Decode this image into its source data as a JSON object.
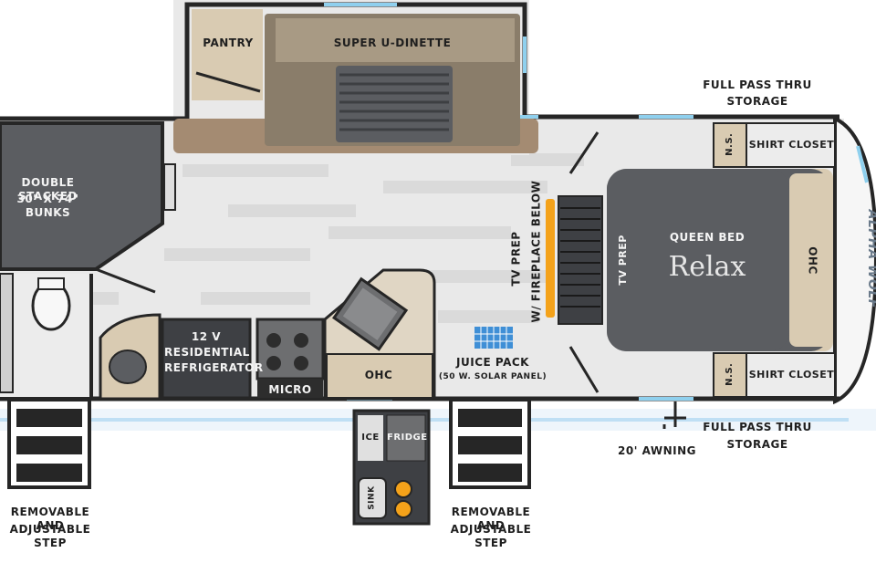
{
  "labels": {
    "pantry": "PANTRY",
    "dinette": "SUPER U-DINETTE",
    "bunks_line1": "DOUBLE STACKED",
    "bunks_line2": "30\" X 74\" BUNKS",
    "refrigerator_line1": "12 V",
    "refrigerator_line2": "RESIDENTIAL",
    "refrigerator_line3": "REFRIGERATOR",
    "micro": "MICRO",
    "ohc_kitchen": "OHC",
    "juice_pack": "JUICE PACK",
    "solar_panel": "(50 W. SOLAR PANEL)",
    "tv_prep_fireplace_line1": "TV PREP",
    "tv_prep_fireplace_line2": "W/ FIREPLACE BELOW",
    "tv_prep_bedroom": "TV PREP",
    "queen_bed": "QUEEN BED",
    "relax": "Relax",
    "ohc_bedroom": "OHC",
    "ns_top": "N.S.",
    "ns_bottom": "N.S.",
    "shirt_closet_top": "SHIRT CLOSET",
    "shirt_closet_bottom": "SHIRT CLOSET",
    "storage_top_line1": "FULL PASS THRU",
    "storage_top_line2": "STORAGE",
    "storage_bottom_line1": "FULL PASS THRU",
    "storage_bottom_line2": "STORAGE",
    "awning": "20' AWNING",
    "ice": "ICE",
    "fridge": "FRIDGE",
    "sink": "SINK",
    "step_left_line1": "REMOVABLE AND",
    "step_left_line2": "ADJUSTABLE STEP",
    "step_right_line1": "REMOVABLE AND",
    "step_right_line2": "ADJUSTABLE STEP",
    "brand": "ALPHA WOLF"
  },
  "colors": {
    "wall": "#262626",
    "floor": "#e9e9e9",
    "floor_plank": "#dcdcdc",
    "bed": "#5b5d61",
    "cabinet_tan": "#d9cbb2",
    "dinette_brown": "#8a7d6a",
    "pantry_tan": "#a48b72",
    "window_blue": "#8fd0ee",
    "fireplace_glow": "#f4a21a",
    "solar_blue": "#3f8fd6"
  }
}
